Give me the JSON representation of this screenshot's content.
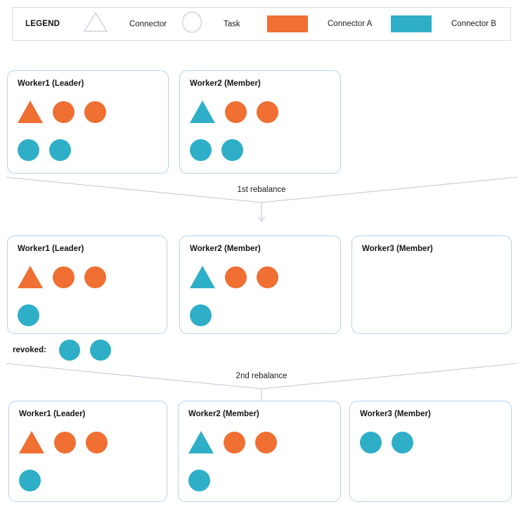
{
  "colors": {
    "connector_a": "#F06F33",
    "connector_b": "#2FAFC7",
    "box_border": "#b6d2ec",
    "legend_border": "#dcdce6",
    "connector_line": "#c7c7dd",
    "outline_shape": "#c9c9dd",
    "background": "#ffffff"
  },
  "legend": {
    "title": "LEGEND",
    "items": [
      {
        "icon": "triangle-outline-icon",
        "label": "Connector"
      },
      {
        "icon": "circle-outline-icon",
        "label": "Task"
      },
      {
        "icon": "orange-square-icon",
        "label": "Connector A"
      },
      {
        "icon": "teal-square-icon",
        "label": "Connector B"
      }
    ]
  },
  "rows": [
    {
      "id": "row-initial",
      "workers": [
        {
          "title": "Worker1 (Leader)",
          "line1": [
            "triangle-orange",
            "circle-orange",
            "circle-orange"
          ],
          "line2": [
            "circle-teal",
            "circle-teal"
          ]
        },
        {
          "title": "Worker2 (Member)",
          "line1": [
            "triangle-teal",
            "circle-orange",
            "circle-orange"
          ],
          "line2": [
            "circle-teal",
            "circle-teal"
          ]
        }
      ]
    },
    {
      "id": "row-after-first-rebalance",
      "workers": [
        {
          "title": "Worker1 (Leader)",
          "line1": [
            "triangle-orange",
            "circle-orange",
            "circle-orange"
          ],
          "line2": [
            "circle-teal"
          ]
        },
        {
          "title": "Worker2 (Member)",
          "line1": [
            "triangle-teal",
            "circle-orange",
            "circle-orange"
          ],
          "line2": [
            "circle-teal"
          ]
        },
        {
          "title": "Worker3 (Member)",
          "line1": [],
          "line2": []
        }
      ]
    },
    {
      "id": "row-after-second-rebalance",
      "workers": [
        {
          "title": "Worker1 (Leader)",
          "line1": [
            "triangle-orange",
            "circle-orange",
            "circle-orange"
          ],
          "line2": [
            "circle-teal"
          ]
        },
        {
          "title": "Worker2 (Member)",
          "line1": [
            "triangle-teal",
            "circle-orange",
            "circle-orange"
          ],
          "line2": [
            "circle-teal"
          ]
        },
        {
          "title": "Worker3 (Member)",
          "line1": [
            "circle-teal",
            "circle-teal"
          ],
          "line2": []
        }
      ]
    }
  ],
  "transitions": [
    {
      "label": "1st rebalance"
    },
    {
      "label": "2nd rebalance"
    }
  ],
  "revoked": {
    "label": "revoked:",
    "shapes": [
      "circle-teal",
      "circle-teal"
    ]
  }
}
